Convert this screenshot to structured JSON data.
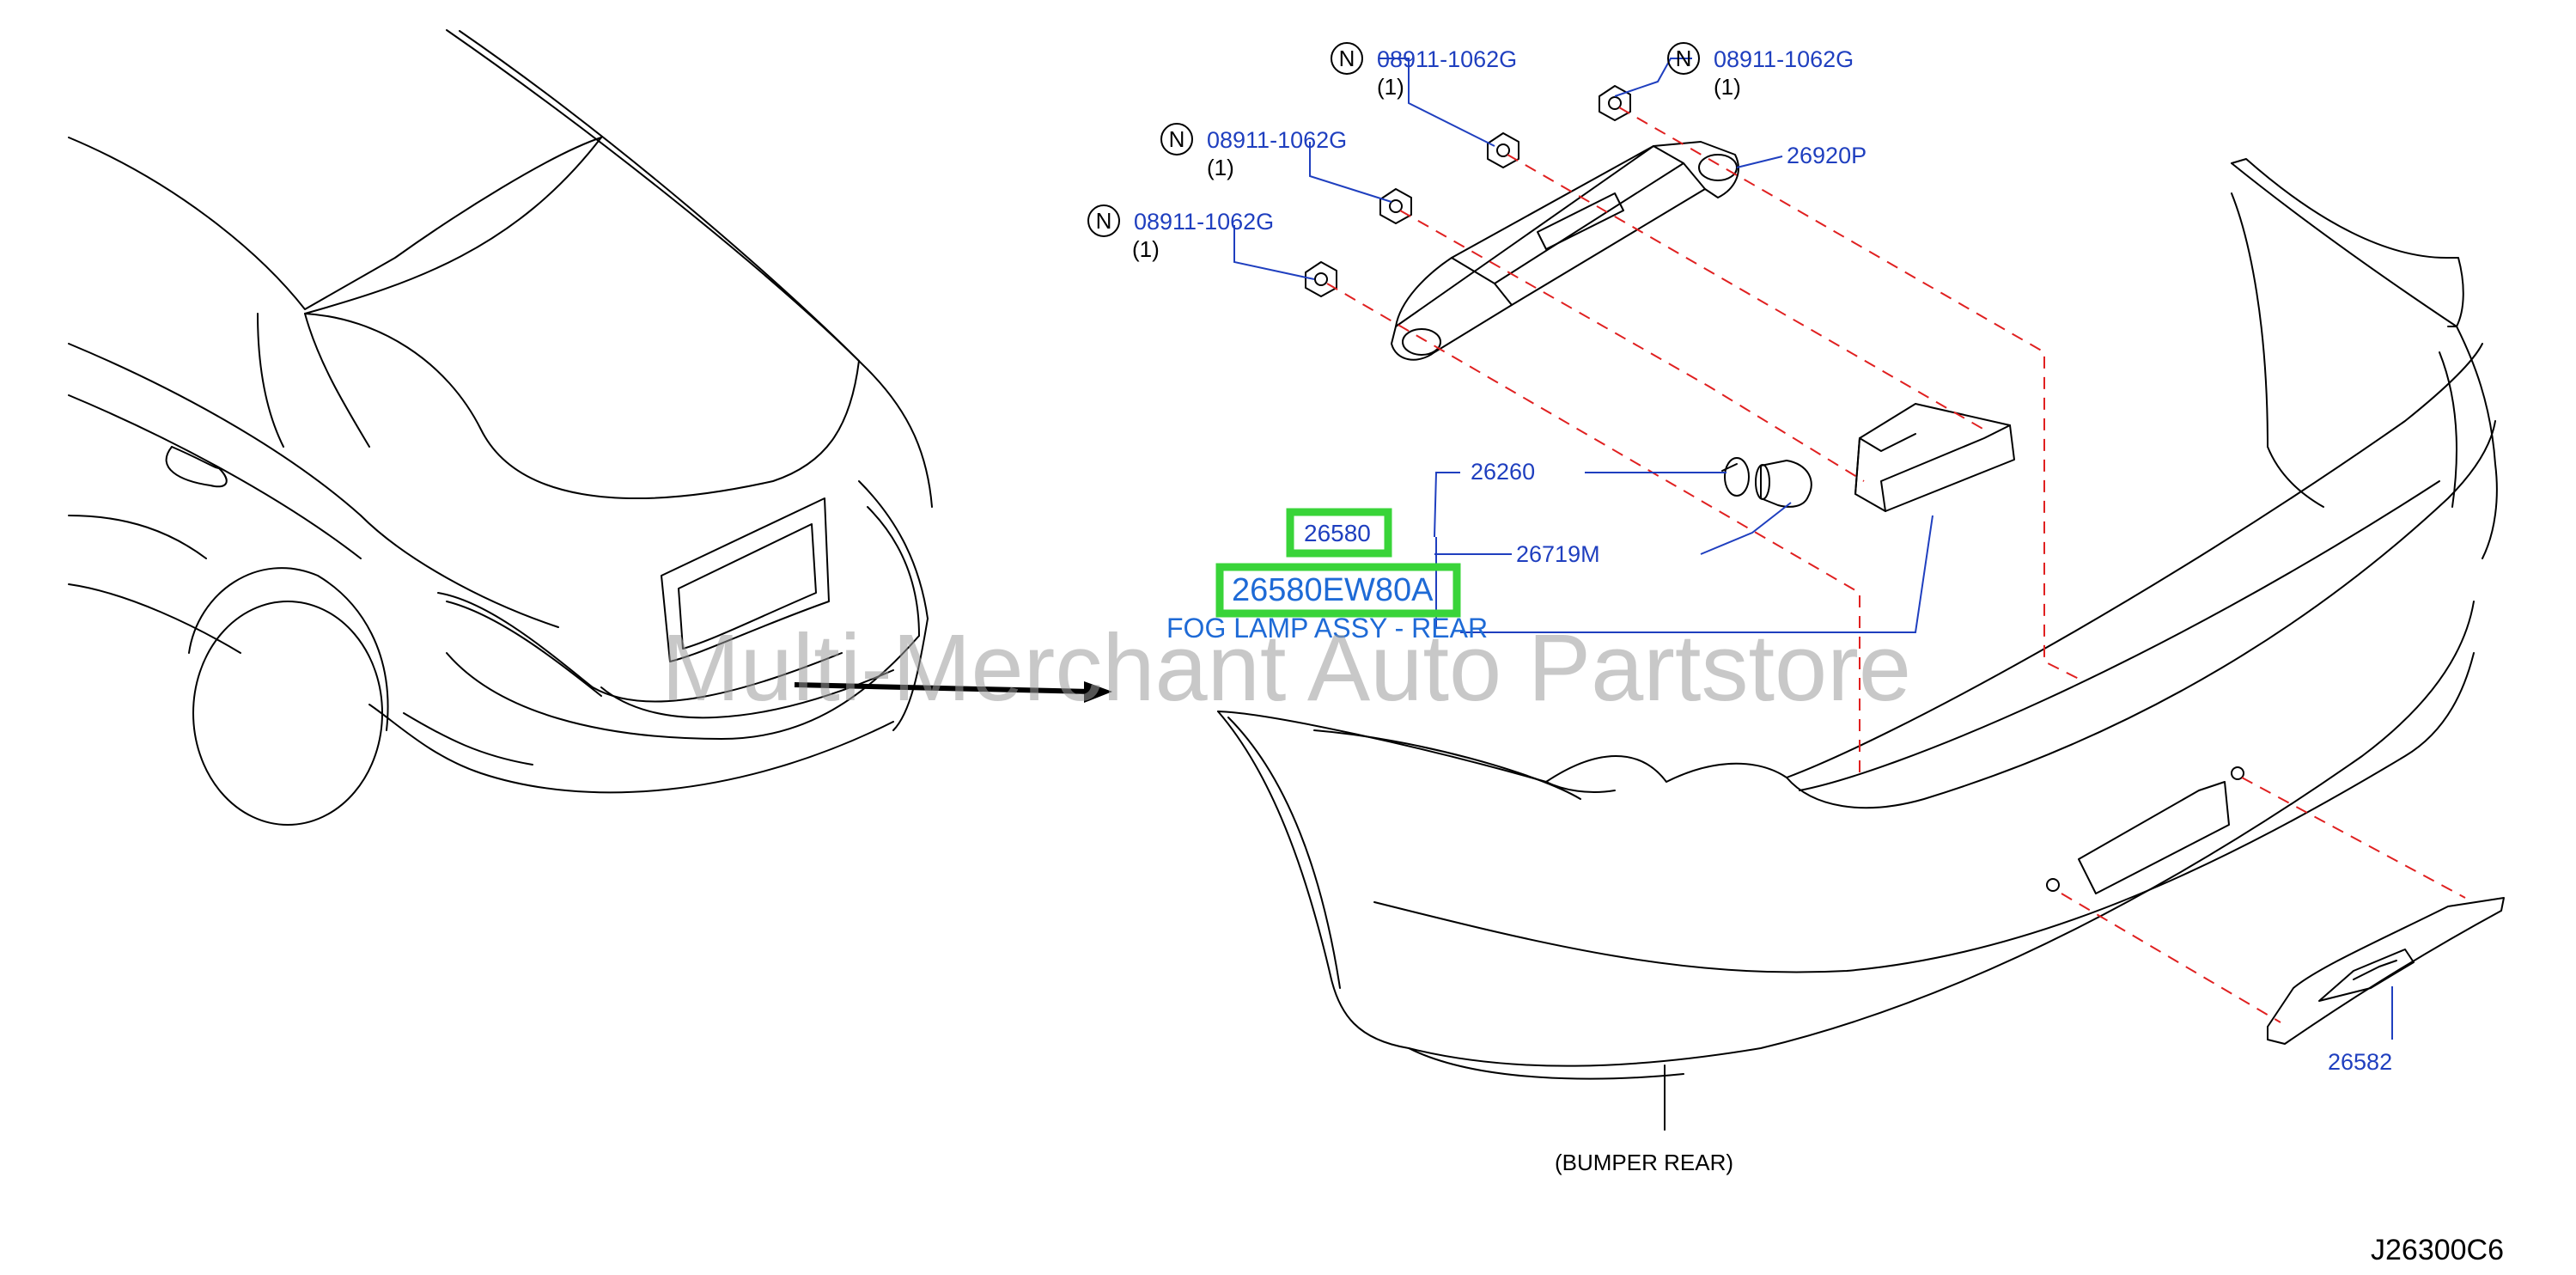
{
  "diagram": {
    "fasteners": [
      {
        "symbol": "N",
        "part": "08911-1062G",
        "qty": "(1)"
      },
      {
        "symbol": "N",
        "part": "08911-1062G",
        "qty": "(1)"
      },
      {
        "symbol": "N",
        "part": "08911-1062G",
        "qty": "(1)"
      },
      {
        "symbol": "N",
        "part": "08911-1062G",
        "qty": "(1)"
      }
    ],
    "parts": {
      "bracket": "26920P",
      "socket": "26260",
      "assembly": "26580",
      "bulb": "26719M",
      "finisher": "26582"
    },
    "highlight": {
      "oem_number": "26580EW80A",
      "description": "FOG LAMP ASSY - REAR"
    },
    "bumper_label": "(BUMPER   REAR)",
    "watermark": "Multi-Merchant Auto Partstore",
    "diagram_code": "J26300C6",
    "colors": {
      "callout": "#1f3fbf",
      "description": "#1e6ad6",
      "highlight": "#39d439",
      "dashed_guide": "#e02020"
    }
  }
}
